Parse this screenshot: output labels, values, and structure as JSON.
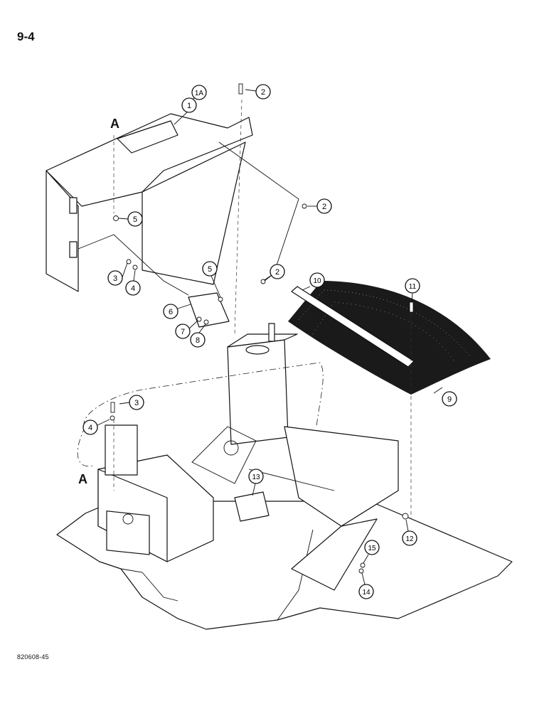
{
  "page": {
    "number": "9-4",
    "figure_code": "820608-45"
  },
  "reference_letters": [
    "A",
    "A"
  ],
  "callouts": [
    "1A",
    "1",
    "2",
    "2",
    "5",
    "3",
    "4",
    "5",
    "2",
    "6",
    "7",
    "8",
    "10",
    "11",
    "9",
    "3",
    "4",
    "13",
    "12",
    "15",
    "14"
  ]
}
